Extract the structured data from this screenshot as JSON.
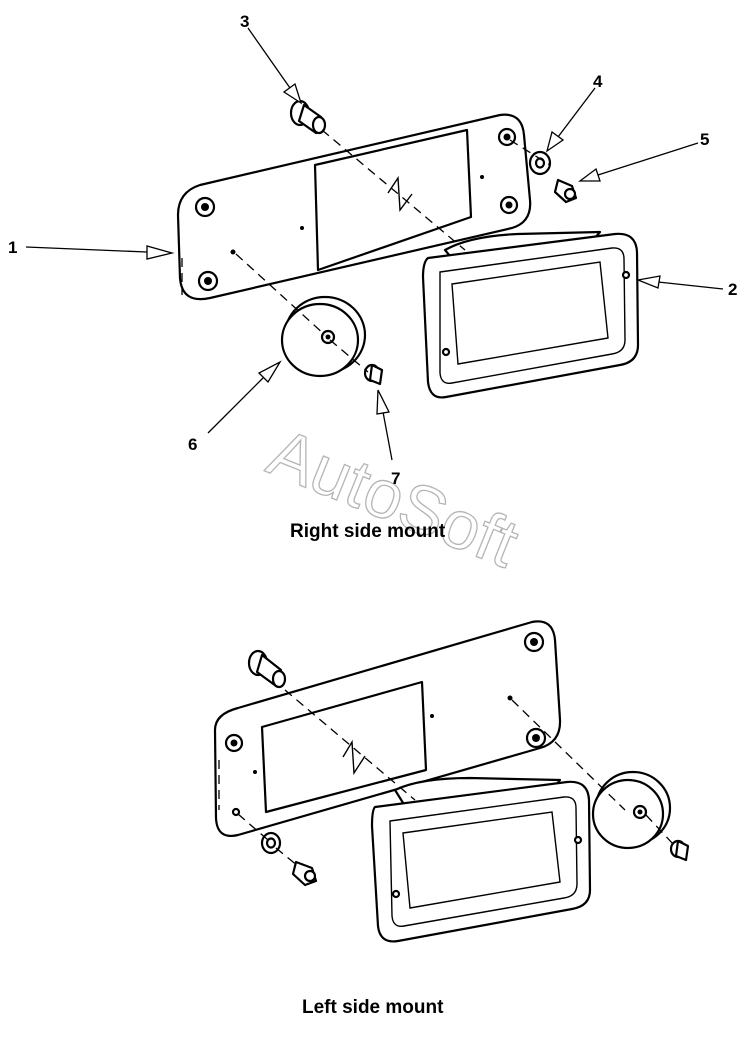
{
  "diagram": {
    "callouts": [
      "1",
      "2",
      "3",
      "4",
      "5",
      "6",
      "7"
    ],
    "captions": {
      "right": "Right side mount",
      "left": "Left side mount"
    },
    "watermark": "AutoSoft"
  }
}
